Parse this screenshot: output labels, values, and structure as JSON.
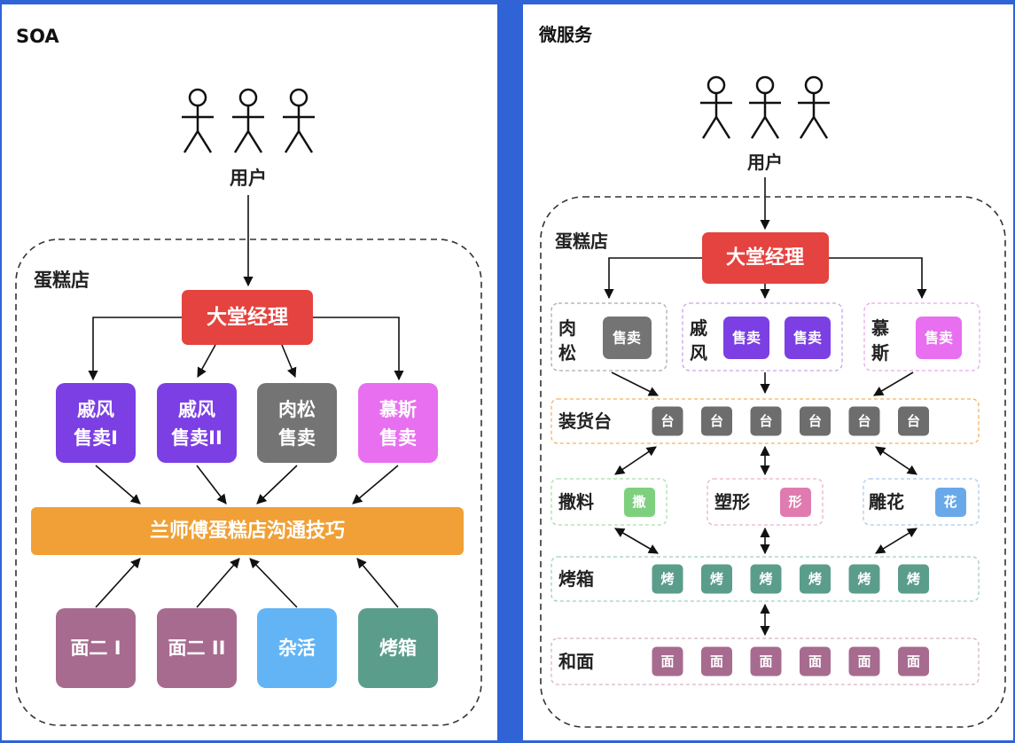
{
  "soa": {
    "title": "SOA",
    "user_label": "用户",
    "store_label": "蛋糕店",
    "manager": "大堂经理",
    "sellers": [
      {
        "line1": "戚风",
        "line2": "售卖I",
        "color": "#7b3fe4"
      },
      {
        "line1": "戚风",
        "line2": "售卖II",
        "color": "#7b3fe4"
      },
      {
        "line1": "肉松",
        "line2": "售卖",
        "color": "#747474"
      },
      {
        "line1": "慕斯",
        "line2": "售卖",
        "color": "#e86ff0"
      }
    ],
    "bus": "兰师傅蛋糕店沟通技巧",
    "workers": [
      {
        "label": "面二 I",
        "color": "#a76b8f"
      },
      {
        "label": "面二 II",
        "color": "#a76b8f"
      },
      {
        "label": "杂活",
        "color": "#62b4f5"
      },
      {
        "label": "烤箱",
        "color": "#5b9d8b"
      }
    ]
  },
  "microservice": {
    "title": "微服务",
    "user_label": "用户",
    "store_label": "蛋糕店",
    "manager": "大堂经理",
    "seller_groups": [
      {
        "label1": "肉",
        "label2": "松",
        "items": [
          "售卖"
        ],
        "color": "#747474"
      },
      {
        "label1": "戚",
        "label2": "风",
        "items": [
          "售卖",
          "售卖"
        ],
        "color": "#7b3fe4"
      },
      {
        "label1": "慕",
        "label2": "斯",
        "items": [
          "售卖"
        ],
        "color": "#e86ff0"
      }
    ],
    "loading": {
      "label": "装货台",
      "item": "台",
      "count": 6,
      "color": "#6d6d6d"
    },
    "prep": [
      {
        "label": "撒料",
        "item": "撒",
        "color": "#7ed07e"
      },
      {
        "label": "塑形",
        "item": "形",
        "color": "#e07bb0"
      },
      {
        "label": "雕花",
        "item": "花",
        "color": "#6aa9e9"
      }
    ],
    "oven": {
      "label": "烤箱",
      "item": "烤",
      "count": 6,
      "color": "#5b9d8b"
    },
    "dough": {
      "label": "和面",
      "item": "面",
      "count": 6,
      "color": "#a76b8f"
    }
  },
  "colors": {
    "manager": "#e4433f",
    "bus": "#f0a036",
    "background": "#2f63d6"
  },
  "icons": [
    "user-stick-figure-icon",
    "arrow-icon"
  ]
}
